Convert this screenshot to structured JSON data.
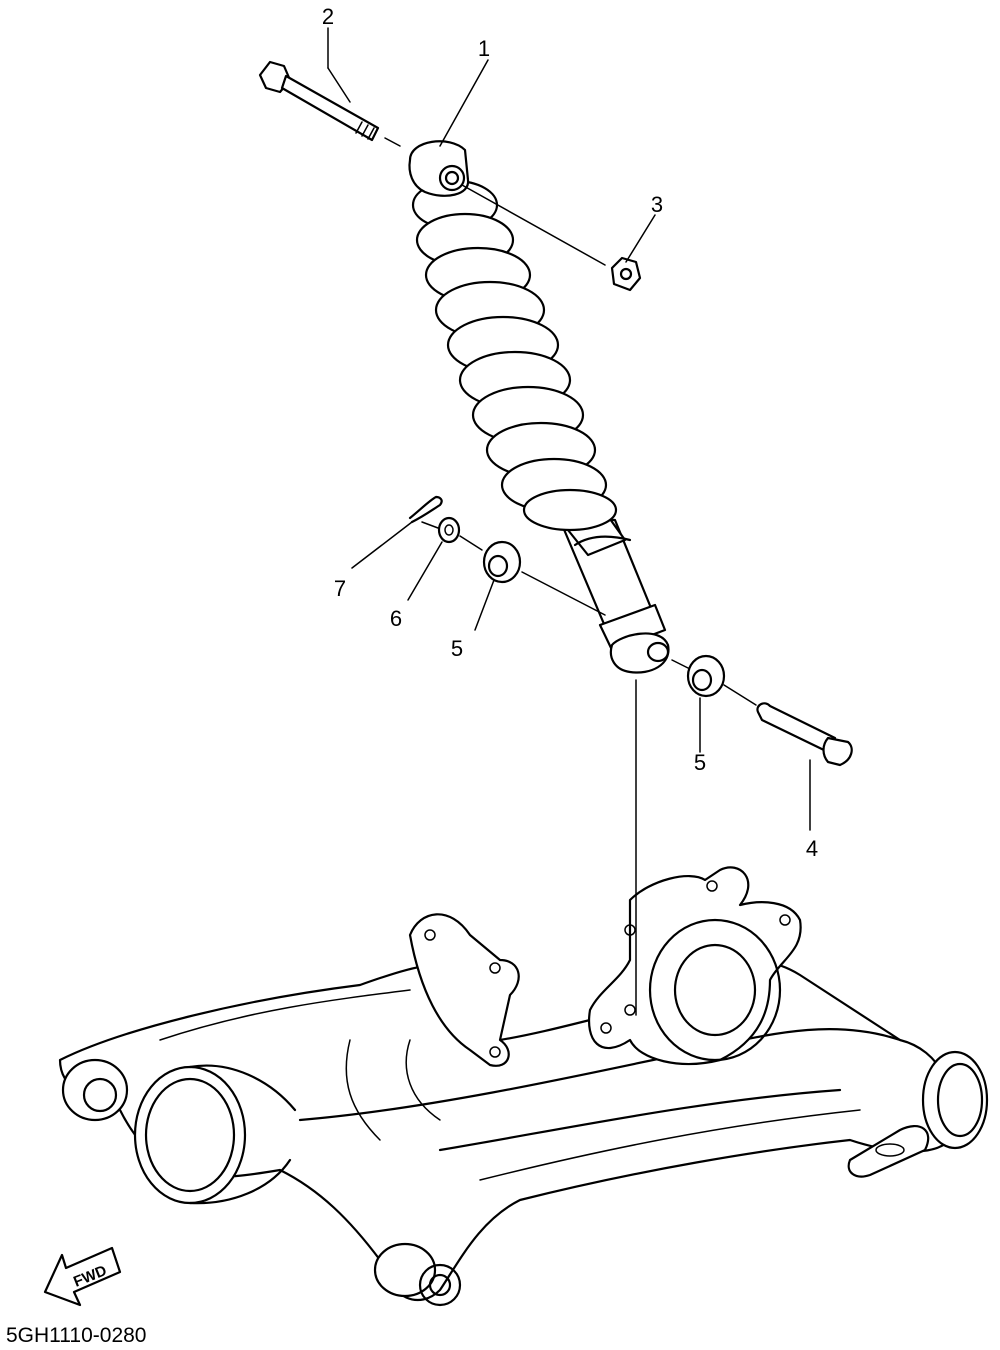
{
  "diagram": {
    "code": "5GH1110-0280",
    "fwd_label": "FWD",
    "callouts": [
      {
        "id": "c1",
        "label": "1"
      },
      {
        "id": "c2",
        "label": "2"
      },
      {
        "id": "c3",
        "label": "3"
      },
      {
        "id": "c4",
        "label": "4"
      },
      {
        "id": "c5a",
        "label": "5"
      },
      {
        "id": "c5b",
        "label": "5"
      },
      {
        "id": "c6",
        "label": "6"
      },
      {
        "id": "c7",
        "label": "7"
      }
    ]
  }
}
